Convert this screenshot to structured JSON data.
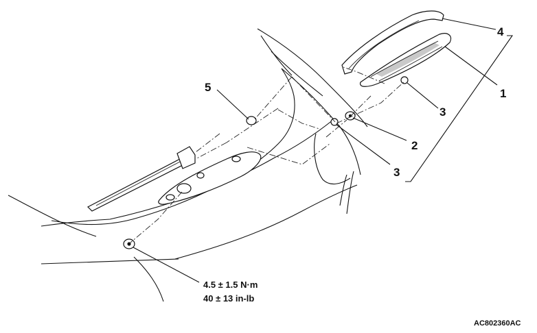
{
  "callouts": [
    "1",
    "2",
    "3",
    "3",
    "4",
    "5"
  ],
  "torque": {
    "metric": "4.5 ± 1.5 N·m",
    "imperial": "40 ± 13 in-lb"
  },
  "figure_code": "AC802360AC"
}
